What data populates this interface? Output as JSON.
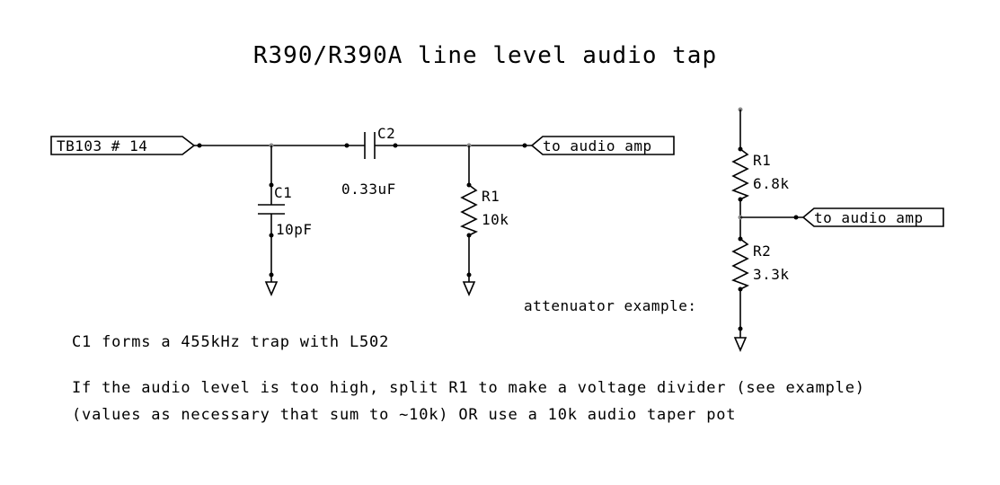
{
  "title": "R390/R390A line level audio tap",
  "colors": {
    "ink": "#000000",
    "pin": "#888888",
    "background": "#ffffff"
  },
  "schematic": {
    "input_port": "TB103 # 14",
    "output_port": "to audio amp",
    "c1": {
      "ref": "C1",
      "value": "10pF"
    },
    "c2": {
      "ref": "C2",
      "value": "0.33uF"
    },
    "r1": {
      "ref": "R1",
      "value": "10k"
    }
  },
  "attenuator": {
    "caption": "attenuator example:",
    "output_port": "to audio amp",
    "r1": {
      "ref": "R1",
      "value": "6.8k"
    },
    "r2": {
      "ref": "R2",
      "value": "3.3k"
    }
  },
  "notes": [
    "C1 forms a 455kHz trap with L502",
    "If the audio level is too high, split R1 to make a voltage divider (see example)",
    "(values as necessary that sum to ~10k)  OR use a 10k audio taper pot"
  ]
}
